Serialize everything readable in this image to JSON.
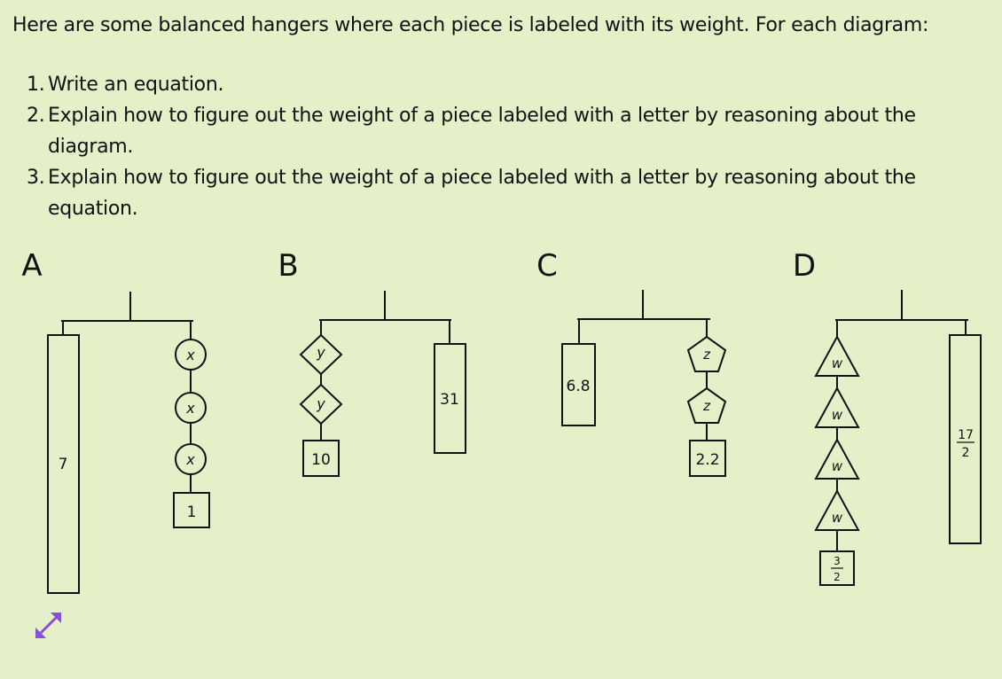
{
  "intro": "Here are some balanced hangers where each piece is labeled with its weight. For each diagram:",
  "steps": [
    {
      "num": "1.",
      "text": "Write an equation."
    },
    {
      "num": "2.",
      "text": "Explain how to figure out the weight of a piece labeled with a letter by reasoning about the diagram."
    },
    {
      "num": "3.",
      "text": "Explain how to figure out the weight of a piece labeled with a letter by reasoning about the equation."
    }
  ],
  "hangers": [
    {
      "label": "A",
      "left": {
        "rect": "7"
      },
      "right": {
        "shapes": [
          "x",
          "x",
          "x"
        ],
        "rect": "1"
      }
    },
    {
      "label": "B",
      "left": {
        "shapes": [
          "y",
          "y"
        ],
        "rect": "10"
      },
      "right": {
        "rect": "31"
      }
    },
    {
      "label": "C",
      "left": {
        "rect": "6.8"
      },
      "right": {
        "shapes": [
          "z",
          "z"
        ],
        "rect": "2.2"
      }
    },
    {
      "label": "D",
      "left": {
        "shapes": [
          "w",
          "w",
          "w",
          "w"
        ],
        "frac": {
          "num": "3",
          "den": "2"
        }
      },
      "right": {
        "frac": {
          "num": "17",
          "den": "2"
        }
      }
    }
  ],
  "resize_icon": "resize-arrows-icon",
  "colors": {
    "background": "#e3f0c8",
    "icon": "#8a4fd8"
  }
}
